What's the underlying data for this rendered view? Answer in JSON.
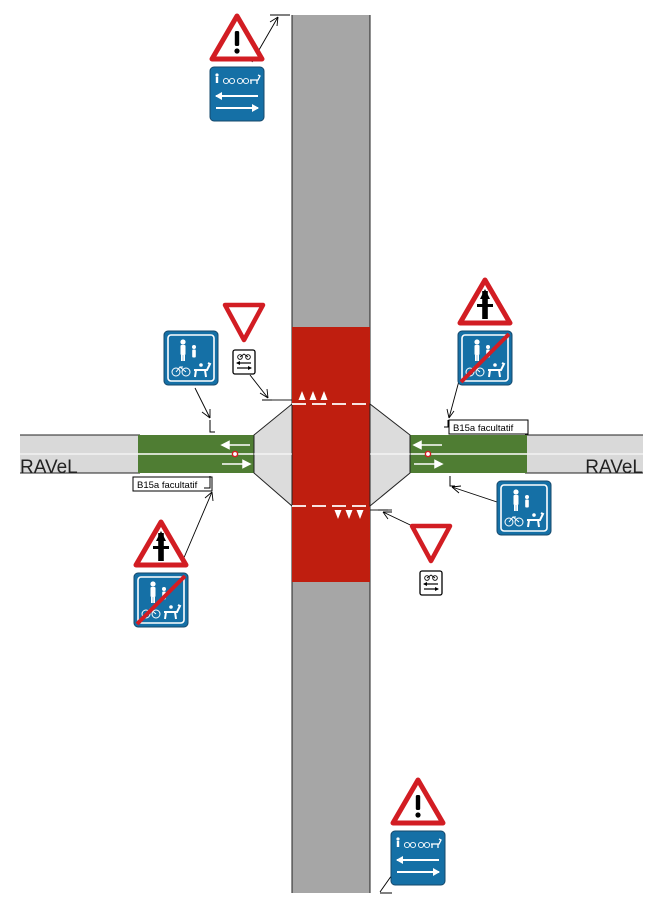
{
  "labels": {
    "ravel_left": "RAVeL",
    "ravel_right": "RAVeL",
    "b15a_left": "B15a facultatif",
    "b15a_right": "B15a facultatif"
  },
  "colors": {
    "road": "#a6a6a6",
    "crossing": "#bf1e0f",
    "ravel_path": "#d9d9d9",
    "green_lane": "#4f7d33",
    "sign_blue": "#1570a6",
    "sign_red": "#d21d23"
  },
  "icons": {
    "warning_sign": "danger-warning-icon",
    "yield_sign": "yield-triangle-icon",
    "priority_sign": "priority-crossroad-icon",
    "shared_path_sign": "pedestrian-cyclist-rider-icon",
    "end_shared_path_sign": "end-pedestrian-cyclist-rider-icon",
    "two_way_cycle_plate": "two-way-cyclist-plate-icon"
  }
}
